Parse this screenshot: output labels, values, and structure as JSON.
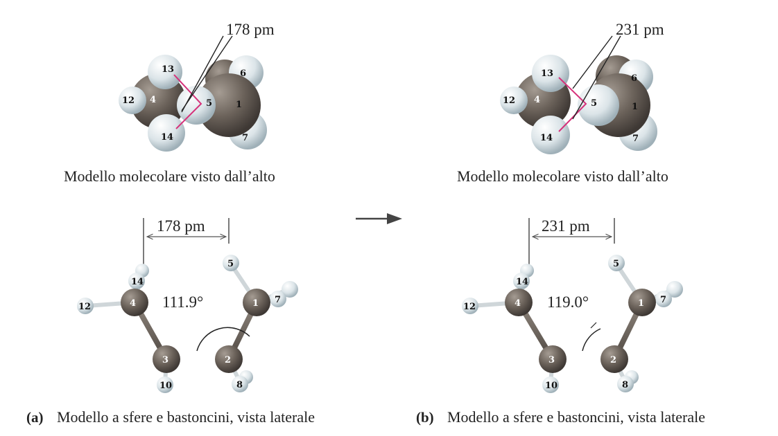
{
  "panel_a": {
    "top_distance": "178 pm",
    "top_caption": "Modello molecolare visto dall’alto",
    "side_distance": "178 pm",
    "angle": "111.9°",
    "part_label": "(a)",
    "bottom_caption": "Modello a sfere e bastoncini, vista laterale",
    "atoms": {
      "a1": "1",
      "a2": "2",
      "a3": "3",
      "a4": "4",
      "a5": "5",
      "a6": "6",
      "a7": "7",
      "a8": "8",
      "a10": "10",
      "a12": "12",
      "a13": "13",
      "a14": "14"
    }
  },
  "panel_b": {
    "top_distance": "231 pm",
    "top_caption": "Modello molecolare visto dall’alto",
    "side_distance": "231 pm",
    "angle": "119.0°",
    "part_label": "(b)",
    "bottom_caption": "Modello a sfere e bastoncini, vista laterale",
    "atoms": {
      "a1": "1",
      "a2": "2",
      "a3": "3",
      "a4": "4",
      "a5": "5",
      "a6": "6",
      "a7": "7",
      "a8": "8",
      "a10": "10",
      "a12": "12",
      "a13": "13",
      "a14": "14"
    }
  },
  "colors": {
    "carbon": "#6b625a",
    "hydrogen": "#dde6ea",
    "bond_highlight": "#d6317a",
    "arrow": "#444444"
  }
}
